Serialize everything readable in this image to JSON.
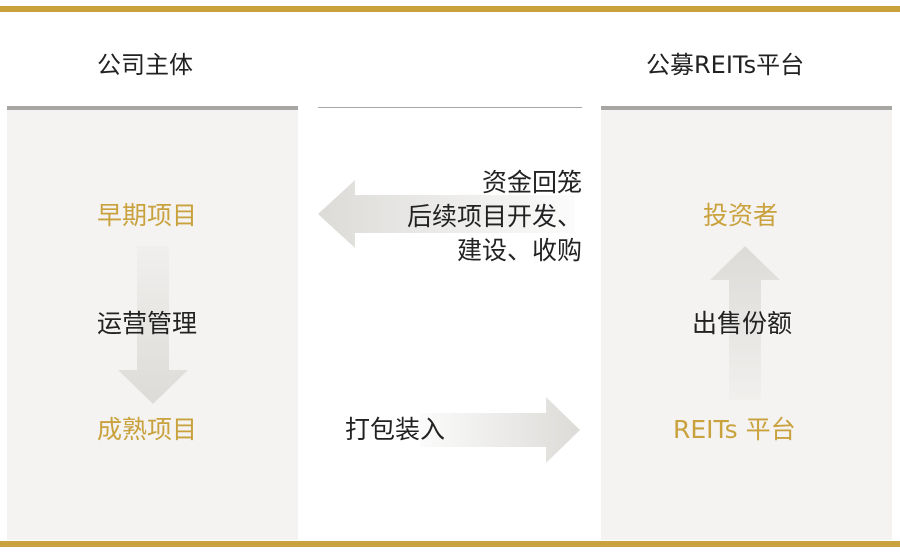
{
  "headers": {
    "left": "公司主体",
    "right": "公募REITs平台"
  },
  "left_panel": {
    "early_project": "早期项目",
    "operations": "运营管理",
    "mature_project": "成熟项目"
  },
  "right_panel": {
    "investor": "投资者",
    "sell_shares": "出售份额",
    "reits_platform": "REITs 平台"
  },
  "middle": {
    "return_flow_lines": [
      "资金回笼",
      "后续项目开发、",
      "建设、收购"
    ],
    "package_in": "打包装入"
  },
  "colors": {
    "gold": "#c9a23e",
    "panel_bg": "#f4f3f1",
    "divider": "#a8a6a3",
    "arrow": "#dcdbd8",
    "text": "#222222"
  }
}
